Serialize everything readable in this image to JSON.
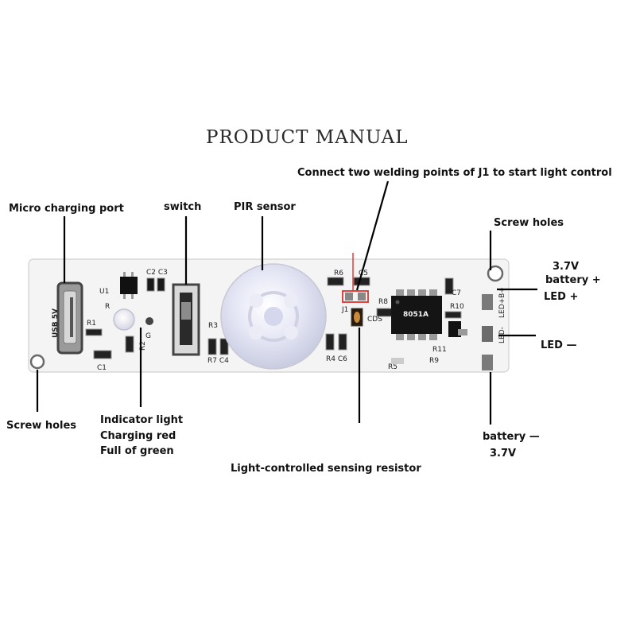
{
  "title": "PRODUCT MANUAL",
  "callouts": {
    "j1": "Connect two welding points of J1 to start light control",
    "micro_port": "Micro charging port",
    "switch": "switch",
    "pir": "PIR sensor",
    "screw_top": "Screw holes",
    "battery_plus_1": "3.7V",
    "battery_plus_2": "battery +",
    "led_plus": "LED +",
    "led_minus": "LED —",
    "screw_bottom": "Screw holes",
    "indicator_1": "Indicator light",
    "indicator_2": "Charging red",
    "indicator_3": "Full of green",
    "battery_minus_1": "battery —",
    "battery_minus_2": "3.7V",
    "ldr": "Light-controlled sensing resistor"
  },
  "silkscreen": {
    "usb": "USB 5V",
    "u1": "U1",
    "r": "R",
    "g": "G",
    "r1": "R1",
    "c1": "C1",
    "r2": "R2",
    "c2c3": "C2 C3",
    "r3": "R3",
    "r7c4": "R7 C4",
    "r6": "R6",
    "c5": "C5",
    "j1": "J1",
    "r8": "R8",
    "cds": "CDS",
    "r4c6": "R4 C6",
    "r5": "R5",
    "r9": "R9",
    "c7": "C7",
    "r10": "R10",
    "r11": "R11",
    "ic_mark": "8051A",
    "pad_top": "LED+B+",
    "pad_mid": "LED-"
  },
  "colors": {
    "pcb": "#f4f4f4",
    "j1_marker": "#e0302c",
    "led_dome": "#dfe2f4"
  }
}
